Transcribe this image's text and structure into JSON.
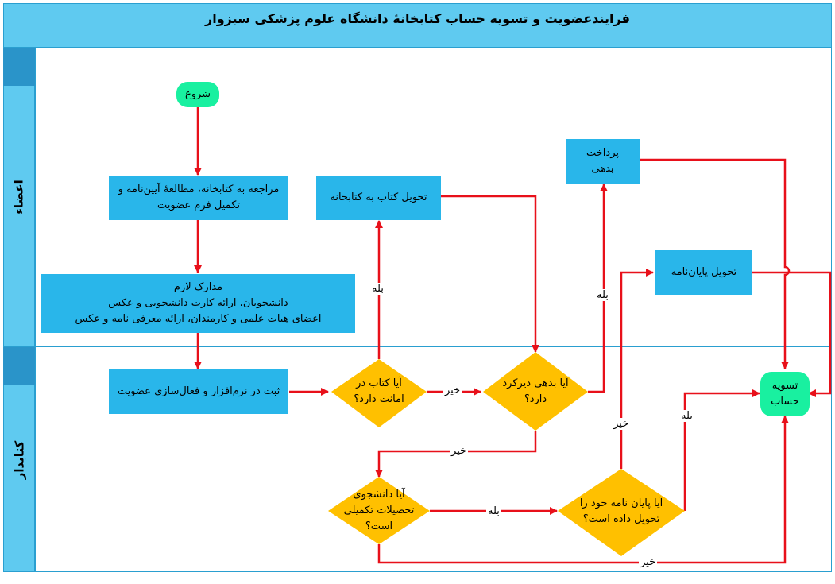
{
  "title": "فرایندعضویت و تسویه حساب کتابخانهٔ دانشگاه علوم پزشکی سبزوار",
  "lanes": {
    "members": "اعضاء",
    "librarian": "کتابدار"
  },
  "nodes": {
    "start": "شروع",
    "visit_library_line1": "مراجعه به کتابخانه، مطالعهٔ آیین‌نامه و",
    "visit_library_line2": "تکمیل فرم عضویت",
    "docs_line1": "مدارک لازم",
    "docs_line2": "دانشجویان، ارائه کارت دانشجویی و عکس",
    "docs_line3": "اعضای هیات علمی و کارمندان، ارائه معرفی نامه و عکس",
    "register": "ثبت در نرم‌افزار و فعال‌سازی عضویت",
    "return_book": "تحویل کتاب به کتابخانه",
    "pay_debt": "پرداخت بدهی",
    "deliver_thesis": "تحویل پایان‌نامه",
    "settlement_line1": "تسویه",
    "settlement_line2": "حساب",
    "q_loan_line1": "آیا کتاب در",
    "q_loan_line2": "امانت دارد؟",
    "q_late_line1": "آیا بدهی دیرکرد",
    "q_late_line2": "دارد؟",
    "q_grad_line1": "آیا دانشجوی",
    "q_grad_line2": "تحصیلات تکمیلی",
    "q_grad_line3": "است؟",
    "q_thesis_line1": "آیا پایان نامه خود را",
    "q_thesis_line2": "تحویل داده است؟"
  },
  "edge_labels": {
    "loan_yes": "بله",
    "loan_no": "خیر",
    "late_yes": "بله",
    "late_no": "خیر",
    "grad_yes": "بله",
    "grad_no": "خیر",
    "thesis_no": "خیر",
    "thesis_yes": "بله"
  },
  "colors": {
    "header": "#5fcaf0",
    "process": "#29b6ea",
    "decision": "#ffc000",
    "terminal": "#19f0a0",
    "arrow": "#e8101a"
  }
}
